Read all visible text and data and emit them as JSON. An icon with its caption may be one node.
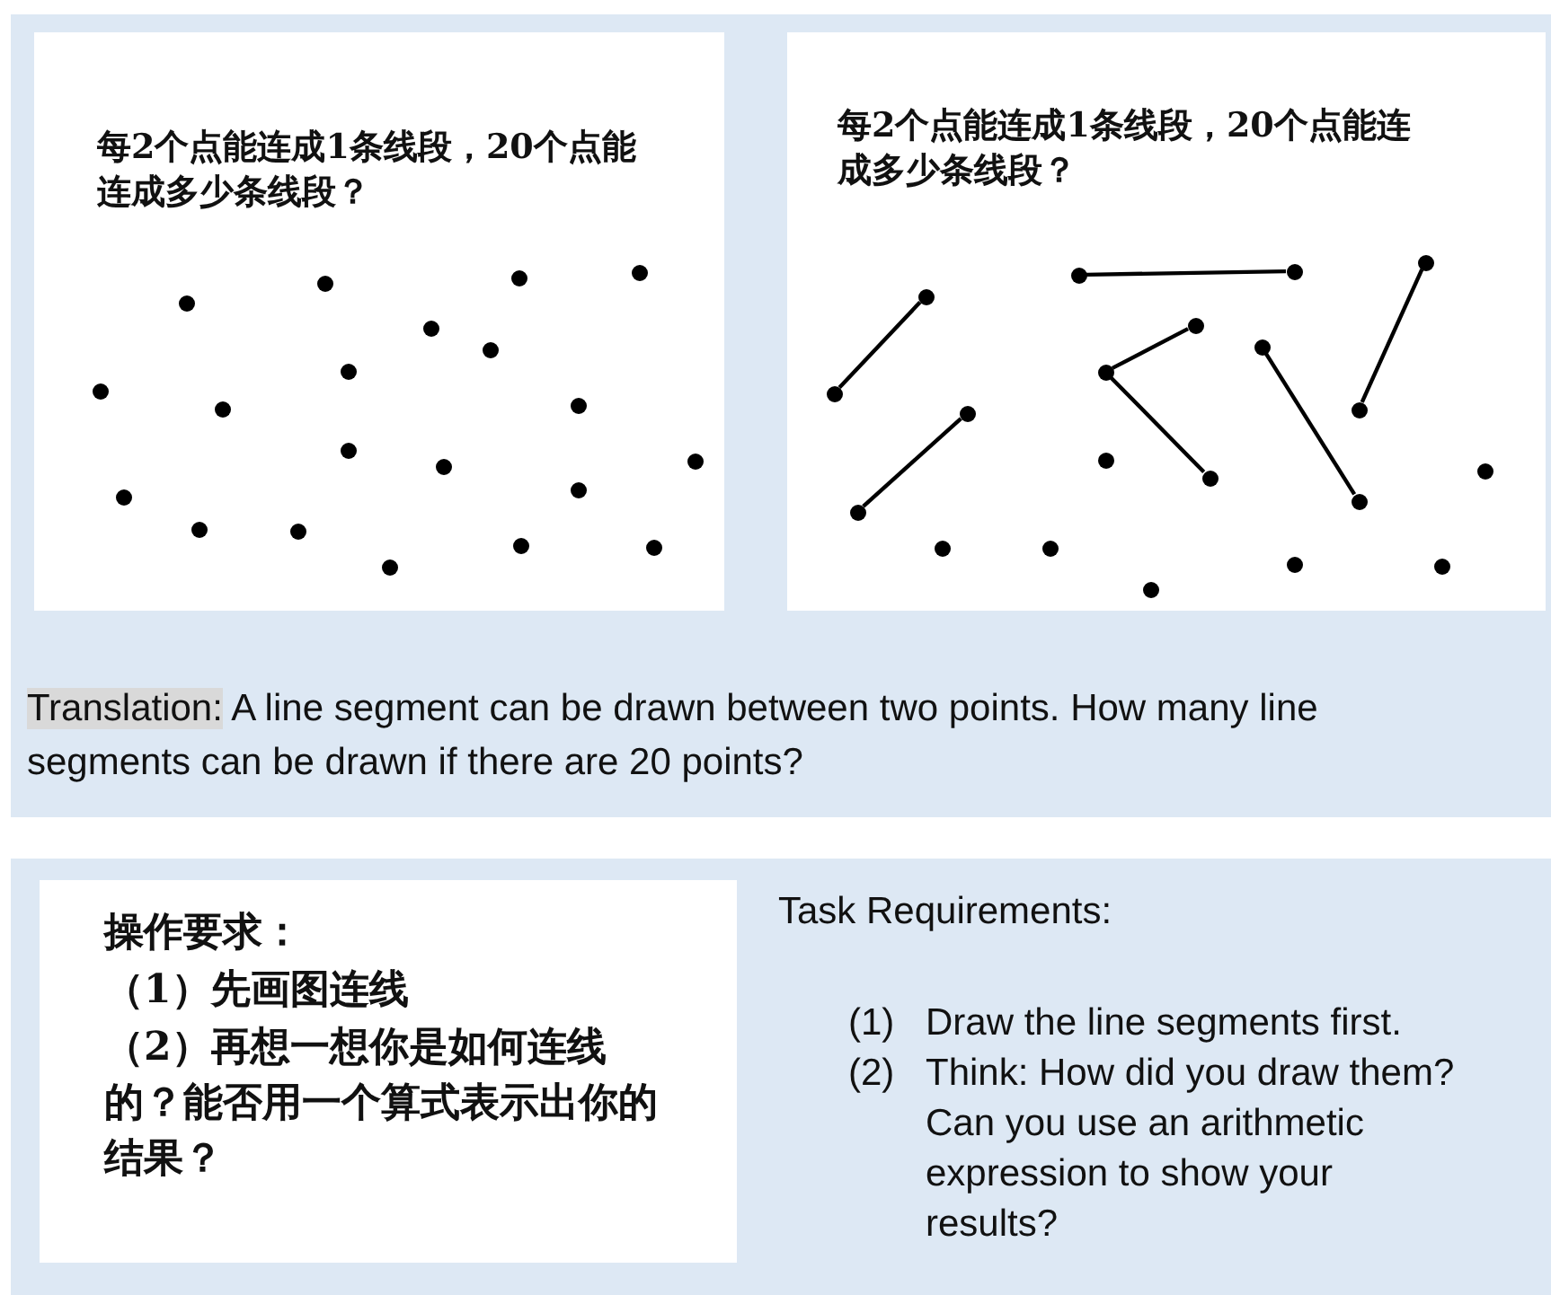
{
  "diagram": {
    "nodes": [
      {
        "text": [
          "每2个点能连成1条线段，20个点能连成多少条线段？"
        ]
      },
      {
        "text": [
          "每2个点能连成1条线段，20个点能连成多少条线段？"
        ]
      },
      {
        "text": [],
        "shape": "circle",
        "in": 1
      },
      {
        "text": [],
        "shape": "circle",
        "in": 1
      },
      {
        "text": [],
        "shape": "circle",
        "in": 1
      },
      {
        "text": [],
        "shape": "circle",
        "in": 1
      },
      {
        "text": [],
        "shape": "circle",
        "in": 1
      },
      {
        "text": [],
        "shape": "circle",
        "in": 1
      },
      {
        "text": [],
        "shape": "circle",
        "in": 1
      },
      {
        "text": [],
        "shape": "circle",
        "in": 1
      },
      {
        "text": [],
        "shape": "circle",
        "in": 1
      },
      {
        "text": [],
        "shape": "circle",
        "in": 1
      },
      {
        "text": [],
        "shape": "circle",
        "in": 1
      },
      {
        "text": [],
        "shape": "circle",
        "in": 1
      },
      {
        "text": [],
        "shape": "circle",
        "in": 1
      },
      {
        "text": [],
        "shape": "circle",
        "in": 1
      },
      {
        "text": [],
        "shape": "circle",
        "in": 1
      },
      {
        "text": [],
        "shape": "circle",
        "in": 1
      },
      {
        "text": [],
        "shape": "circle",
        "in": 1
      },
      {
        "text": [],
        "shape": "circle",
        "in": 1
      },
      {
        "text": [],
        "shape": "circle",
        "in": 1
      },
      {
        "text": [],
        "shape": "circle",
        "in": 1
      },
      {
        "text": [
          "操作要求：",
          "（1）先画图连线",
          "（2）再想一想你是如何连线的？能否用一个算式表示出你的结果？"
        ]
      }
    ],
    "edges": [
      {
        "from": 9,
        "to": 5,
        "arrow": "none"
      },
      {
        "from": 4,
        "to": 3,
        "arrow": "none"
      },
      {
        "from": 6,
        "to": 8,
        "arrow": "none"
      },
      {
        "from": 8,
        "to": 14,
        "arrow": "none"
      },
      {
        "from": 7,
        "to": 15,
        "arrow": "none"
      },
      {
        "from": 2,
        "to": 10,
        "arrow": "none"
      },
      {
        "from": 16,
        "to": 11,
        "arrow": "none"
      }
    ],
    "labels": [
      "Translation:",
      "A line segment can be drawn between two points. How many line segments can be drawn if there are 20 points?",
      "Task Requirements:",
      "(1)",
      "Draw the line segments first.",
      "(2)",
      "Think: How did you draw them? Can you use an arithmetic expression to show your results?"
    ]
  }
}
